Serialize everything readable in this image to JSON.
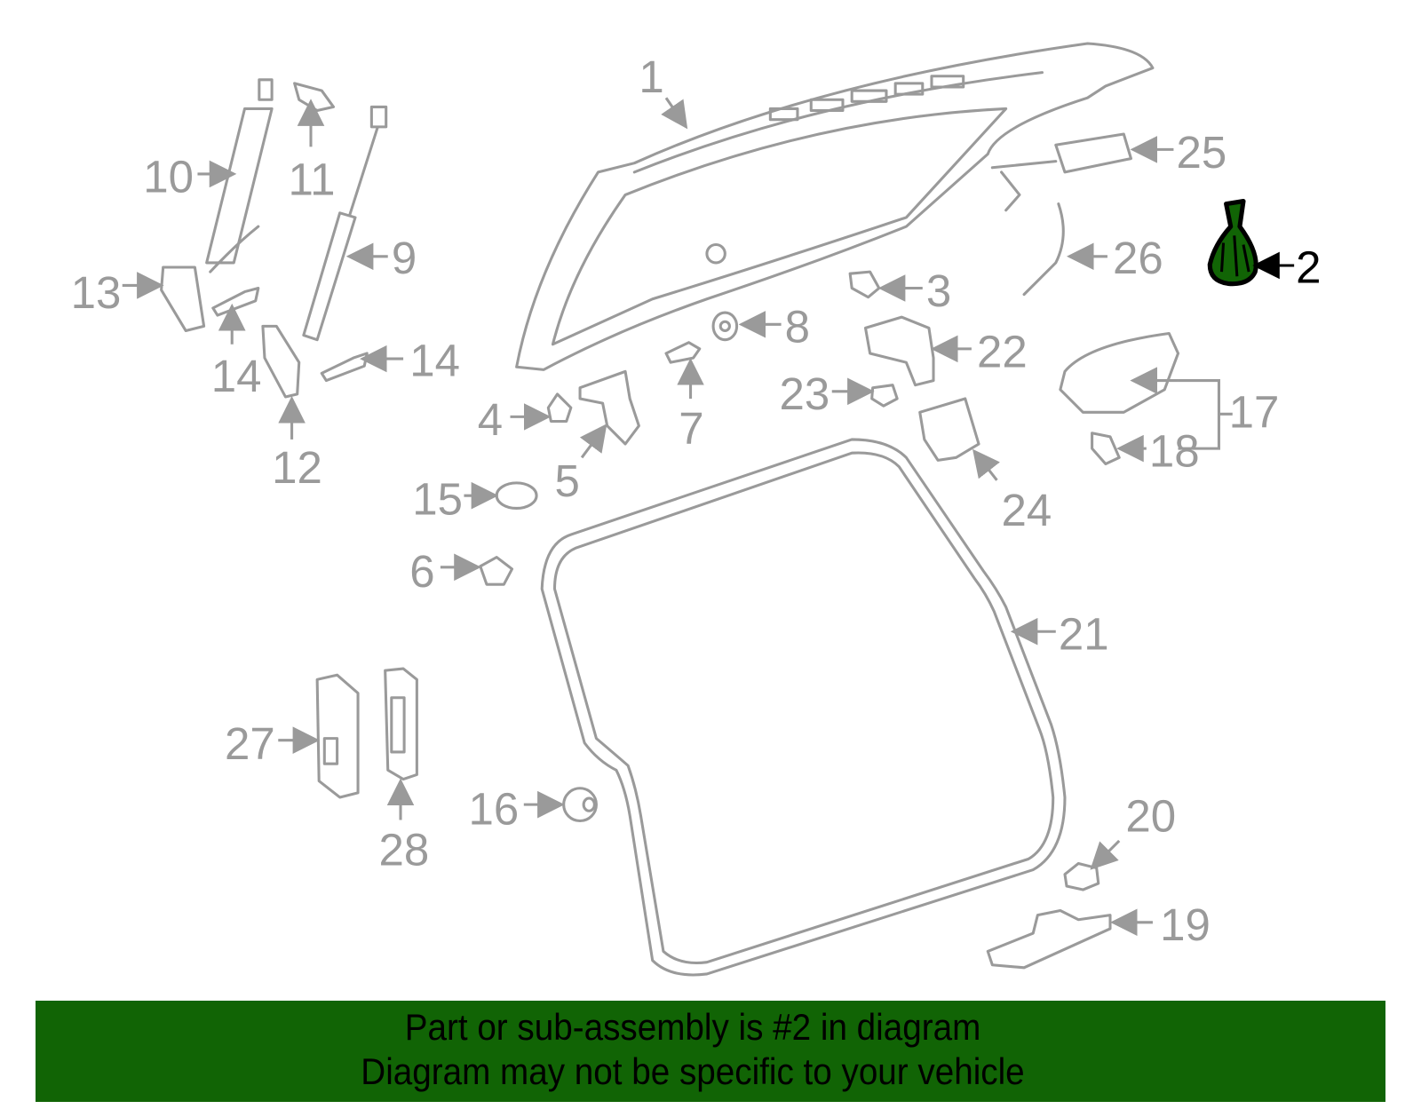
{
  "diagram": {
    "highlighted_part": "2",
    "highlight_color": "#116405",
    "labels": [
      "1",
      "2",
      "3",
      "4",
      "5",
      "6",
      "7",
      "8",
      "9",
      "10",
      "11",
      "12",
      "13",
      "14",
      "14",
      "15",
      "16",
      "17",
      "18",
      "19",
      "20",
      "21",
      "22",
      "23",
      "24",
      "25",
      "26",
      "27",
      "28"
    ]
  },
  "banner": {
    "line1": "Part or sub-assembly is #2 in diagram",
    "line2": "Diagram may not be specific to your vehicle",
    "color": "#116405"
  }
}
